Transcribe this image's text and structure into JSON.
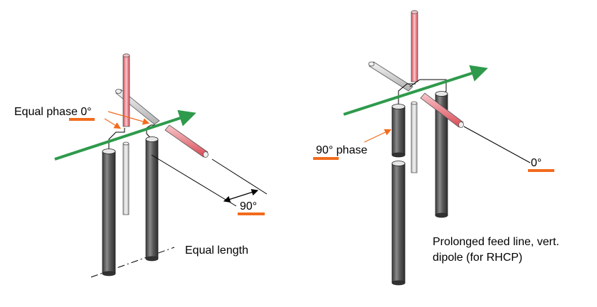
{
  "left_diagram": {
    "equal_phase_label": "Equal phase 0°",
    "angle_label": "90°",
    "equal_length_label": "Equal length"
  },
  "right_diagram": {
    "phase_label": "90° phase",
    "zero_label": "0°",
    "caption_line1": "Prolonged feed line, vert.",
    "caption_line2": "dipole (for RHCP)"
  },
  "colors": {
    "accent_orange": "#f26b1d",
    "arrow_green": "#2e9a4b",
    "rod_dark": "#555555",
    "rod_red": "#e85560",
    "rod_light": "#d8d8d8"
  }
}
